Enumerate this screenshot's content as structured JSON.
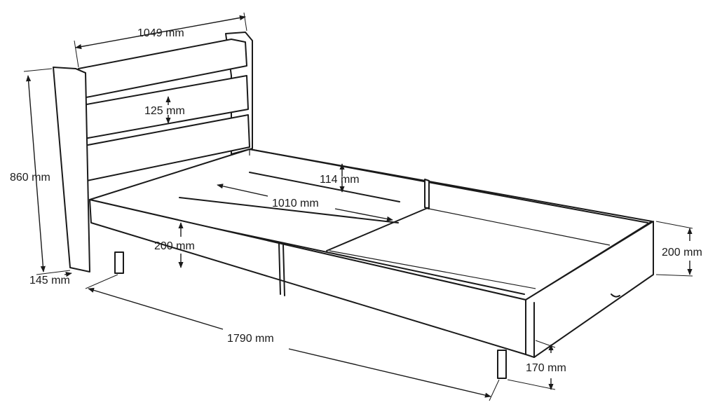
{
  "dimensions": {
    "headboard_width": "1049 mm",
    "slat_gap": "125 mm",
    "total_height": "860 mm",
    "headboard_thickness": "145 mm",
    "rail_height": "200 mm",
    "frame_height": "200 mm",
    "inner_depth": "114 mm",
    "inner_width": "1010 mm",
    "total_length": "1790 mm",
    "leg_height": "170 mm"
  }
}
